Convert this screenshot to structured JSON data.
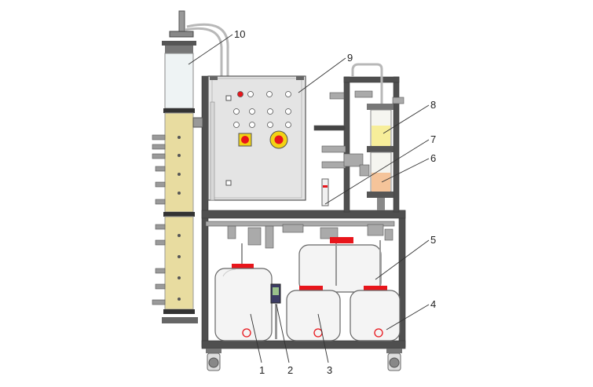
{
  "callouts": [
    {
      "id": "1",
      "label": "1"
    },
    {
      "id": "2",
      "label": "2"
    },
    {
      "id": "3",
      "label": "3"
    },
    {
      "id": "4",
      "label": "4"
    },
    {
      "id": "5",
      "label": "5"
    },
    {
      "id": "6",
      "label": "6"
    },
    {
      "id": "7",
      "label": "7"
    },
    {
      "id": "8",
      "label": "8"
    },
    {
      "id": "9",
      "label": "9"
    },
    {
      "id": "10",
      "label": "10"
    }
  ],
  "colors": {
    "frame": "#555555",
    "tank_fill": "#f4f4f4",
    "cap_red": "#e8151b",
    "column_glass": "#ecf2f4",
    "column_resin": "#e8dca0",
    "pipe": "#cccccc",
    "cabinet": "#e4e4e4",
    "yellow_liquid": "#f7ee9a",
    "orange_liquid": "#f5c49a"
  }
}
